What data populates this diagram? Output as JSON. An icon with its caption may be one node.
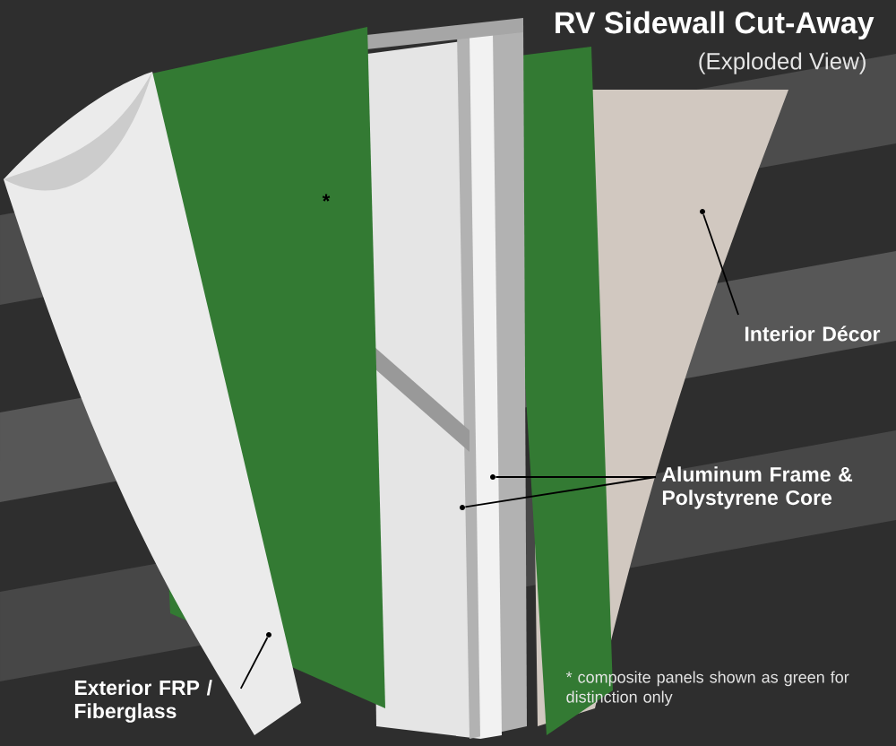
{
  "diagram": {
    "title": "RV Sidewall Cut-Away",
    "nodes": [
      {
        "text": [
          "Interior Décor"
        ]
      },
      {
        "text": [],
        "shape": "circle"
      },
      {
        "text": [
          "Aluminum Frame & Polystyrene Core"
        ]
      },
      {
        "text": [],
        "shape": "circle"
      },
      {
        "text": [],
        "shape": "circle"
      },
      {
        "text": [
          "Exterior FRP / Fiberglass"
        ]
      },
      {
        "text": [],
        "shape": "circle"
      }
    ],
    "edges": [
      {
        "from": 0,
        "to": 1,
        "arrow": "none"
      },
      {
        "from": 2,
        "to": 3,
        "arrow": "none"
      },
      {
        "from": 2,
        "to": 4,
        "arrow": "none"
      },
      {
        "from": 5,
        "to": 6,
        "arrow": "none"
      }
    ],
    "labels": [
      "(Exploded View)",
      "*",
      "* composite panels shown as green for distinction only"
    ]
  }
}
